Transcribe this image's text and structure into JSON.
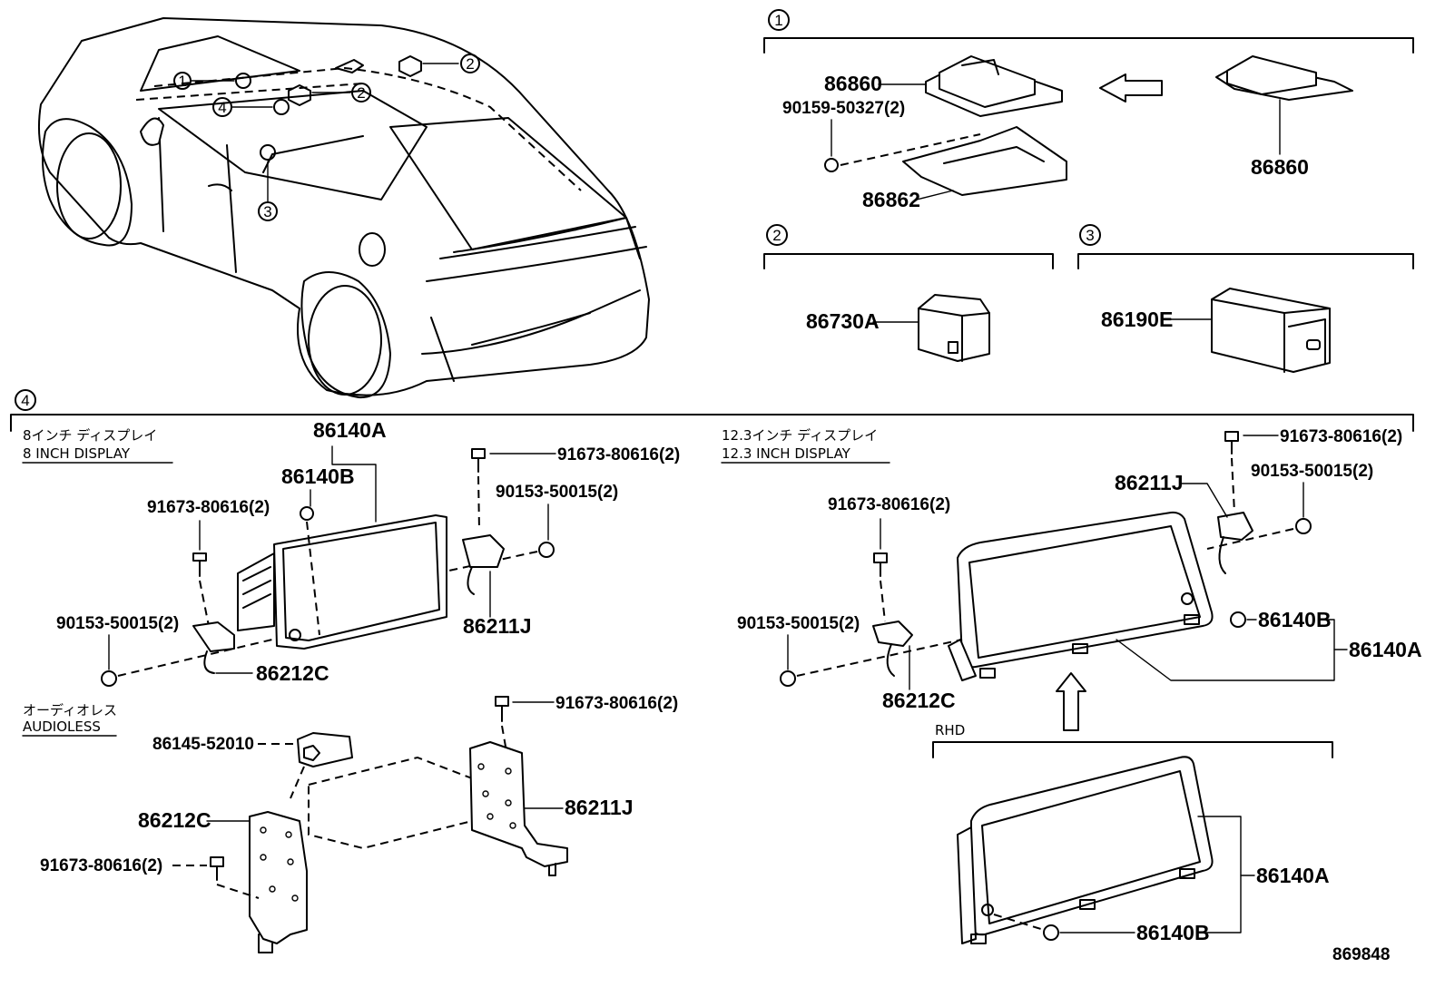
{
  "callouts": [
    "1",
    "2",
    "3",
    "4"
  ],
  "section1": {
    "part_main": "86860",
    "bolt": "90159-50327(2)",
    "bracket": "86862",
    "part_alt": "86860"
  },
  "section2": {
    "part": "86730A"
  },
  "section3": {
    "part": "86190E"
  },
  "section4": {
    "left": {
      "title_jp": "8インチ ディスプレイ",
      "title_en": "8 INCH DISPLAY",
      "display": "86140A",
      "cap": "86140B",
      "bolt_left": "91673-80616(2)",
      "nut_left": "90153-50015(2)",
      "bracket_left": "86212C",
      "bolt_right": "91673-80616(2)",
      "nut_right": "90153-50015(2)",
      "bracket_right": "86211J"
    },
    "audioless": {
      "title_jp": "オーディオレス",
      "title_en": "AUDIOLESS",
      "module": "86145-52010",
      "bracket_left": "86212C",
      "bolt_left": "91673-80616(2)",
      "bolt_right": "91673-80616(2)",
      "bracket_right": "86211J"
    },
    "right": {
      "title_jp": "12.3インチ ディスプレイ",
      "title_en": "12.3 INCH DISPLAY",
      "bolt_top": "91673-80616(2)",
      "nut_top": "90153-50015(2)",
      "bracket_right": "86211J",
      "bolt_left": "91673-80616(2)",
      "nut_left": "90153-50015(2)",
      "bracket_left": "86212C",
      "cap": "86140B",
      "display": "86140A",
      "rhd_label": "RHD",
      "rhd_display": "86140A",
      "rhd_cap": "86140B"
    }
  },
  "catalog_number": "869848"
}
